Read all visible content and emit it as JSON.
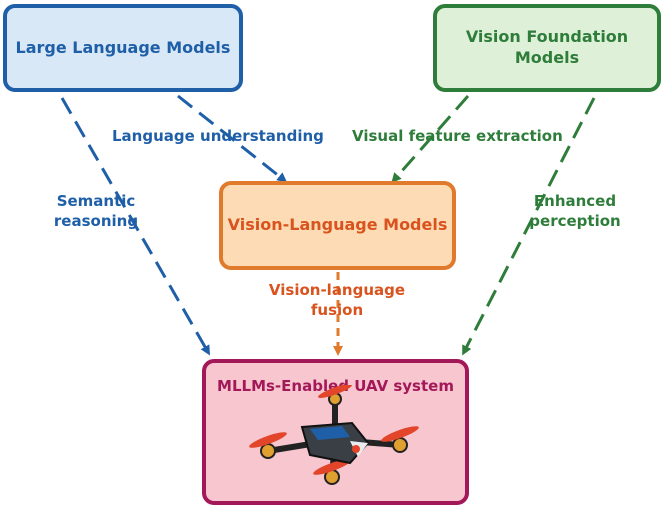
{
  "boxes": {
    "llm": "Large Language Models",
    "vfm": "Vision Foundation Models",
    "vlm": "Vision-Language Models",
    "uav": "MLLMs-Enabled UAV system"
  },
  "labels": {
    "language_understanding": "Language understanding",
    "visual_feature_extraction": "Visual feature extraction",
    "semantic_reasoning": "Semantic reasoning",
    "enhanced_perception": "Enhanced perception",
    "vision_language_fusion": "Vision-language fusion"
  },
  "colors": {
    "blue": "#1f5fa8",
    "green": "#2e7d3a",
    "orange": "#e07a2d",
    "magenta": "#a31858"
  },
  "icons": [
    "drone-icon"
  ]
}
